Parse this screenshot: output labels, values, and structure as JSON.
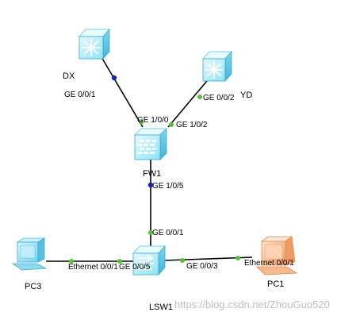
{
  "devices": {
    "dx": {
      "name": "DX"
    },
    "yd": {
      "name": "YD"
    },
    "fw1": {
      "name": "FW1"
    },
    "lsw1": {
      "name": "LSW1"
    },
    "pc1": {
      "name": "PC1"
    },
    "pc3": {
      "name": "PC3"
    }
  },
  "ports": {
    "dx_ge001": "GE 0/0/1",
    "fw_ge100": "GE 1/0/0",
    "yd_ge002": "GE 0/0/2",
    "fw_ge102": "GE 1/0/2",
    "fw_ge105": "GE 1/0/5",
    "lsw_ge001": "GE 0/0/1",
    "pc3_eth": "Ethernet 0/0/1",
    "lsw_ge005": "GE 0/0/5",
    "lsw_ge003": "GE 0/0/3",
    "pc1_eth": "Ethernet 0/0/1"
  },
  "watermark": "https://blog.csdn.net/ZhouGuo520",
  "colors": {
    "link": "#000000",
    "port_up": "#58c03a",
    "port_blue": "#1424b4",
    "device_cyan": "#8ee3f7",
    "pc_orange": "#f4a671"
  }
}
